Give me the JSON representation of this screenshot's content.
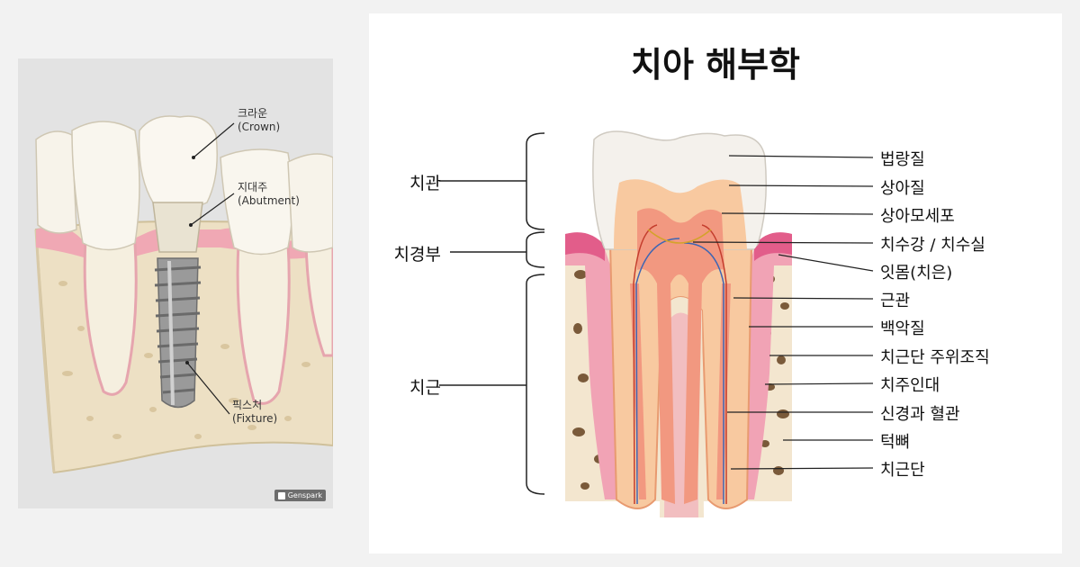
{
  "implant": {
    "labels": [
      {
        "ko": "크라운",
        "en": "(Crown)"
      },
      {
        "ko": "지대주",
        "en": "(Abutment)"
      },
      {
        "ko": "픽스처",
        "en": "(Fixture)"
      }
    ],
    "badge": "Genspark"
  },
  "anatomy": {
    "title": "치아 해부학",
    "regions": [
      "치관",
      "치경부",
      "치근"
    ],
    "parts": [
      "법랑질",
      "상아질",
      "상아모세포",
      "치수강 / 치수실",
      "잇몸(치은)",
      "근관",
      "백악질",
      "치근단 주위조직",
      "치주인대",
      "신경과 혈관",
      "턱뼈",
      "치근단"
    ]
  },
  "colors": {
    "enamel": "#f4f1ec",
    "dentin": "#f8c9a0",
    "pulp": "#f29880",
    "gum": "#e25d8a",
    "bone": "#f3e6cf",
    "bone_spot": "#7a5a3a",
    "metal": "#8e8e8e"
  }
}
